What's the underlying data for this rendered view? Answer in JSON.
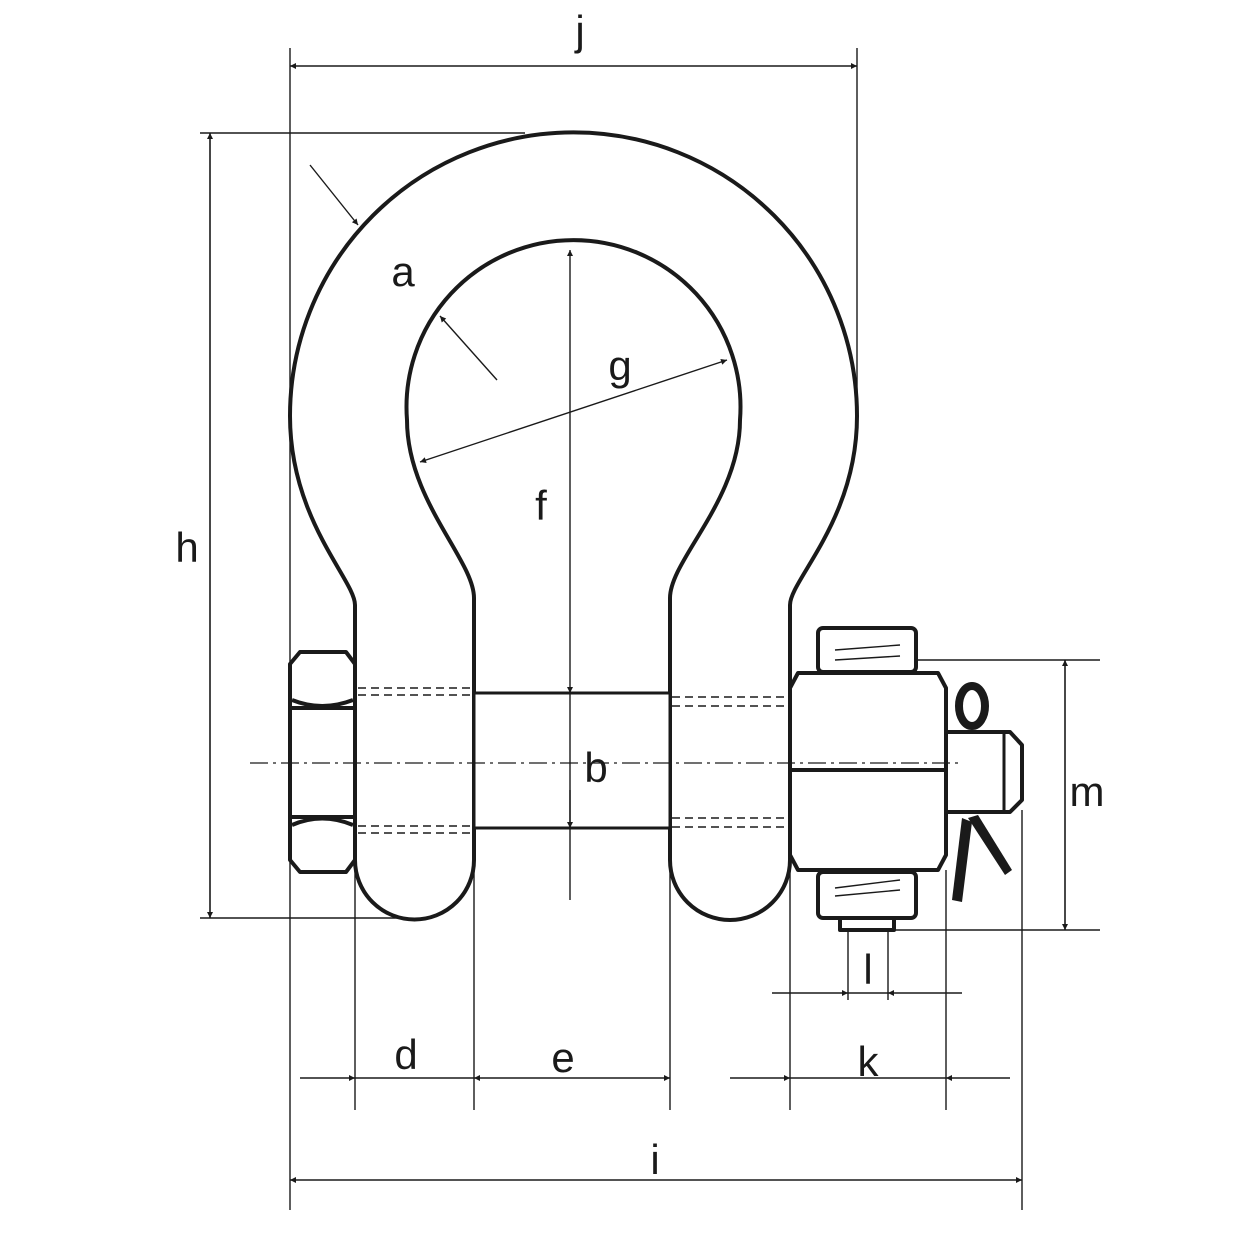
{
  "diagram": {
    "title": "Bow shackle with safety bolt - dimension drawing",
    "labels": {
      "a": "a",
      "b": "b",
      "d": "d",
      "e": "e",
      "f": "f",
      "g": "g",
      "h": "h",
      "i": "i",
      "j": "j",
      "k": "k",
      "l": "l",
      "m": "m"
    },
    "colors": {
      "line": "#1a1a1a",
      "background": "#ffffff"
    }
  }
}
